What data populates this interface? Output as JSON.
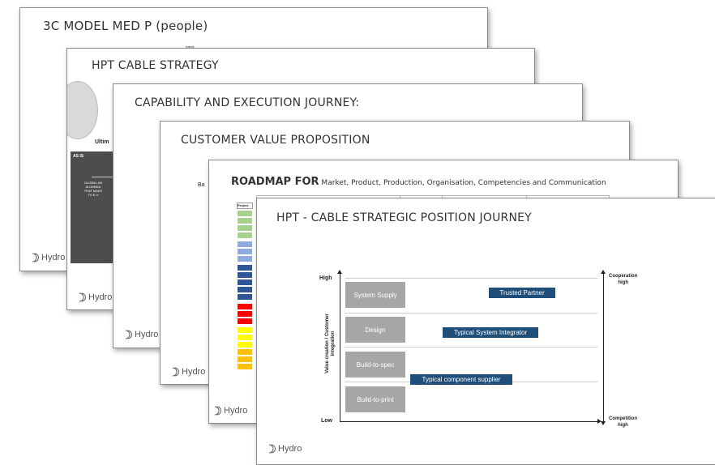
{
  "slides": {
    "s1": {
      "title": "3C MODEL MED P (people)",
      "tiny1": "Værdi",
      "tiny2": "(Forventings potentiale)",
      "logo": "Hydro"
    },
    "s2": {
      "title": "HPT CABLE STRATEGY",
      "ultim": "Ultim",
      "asis_label": "AS IS",
      "asis_text": "GLOBAL AN\nALUMINIU\nTHAT MAKE\nTO E-V",
      "logo": "Hydro"
    },
    "s3": {
      "title": "CAPABILITY AND EXECUTION JOURNEY:",
      "logo": "Hydro"
    },
    "s4": {
      "title": "CUSTOMER VALUE PROPOSITION",
      "side": "Ba",
      "logo": "Hydro"
    },
    "s5": {
      "title_bold": "ROADMAP FOR",
      "title_rest": " Market, Product, Production, Organisation, Competencies and Communication",
      "project_header": "Project",
      "logo": "Hydro"
    },
    "s6": {
      "title": "HPT - CABLE STRATEGIC POSITION JOURNEY",
      "logo": "Hydro",
      "y_top": "High",
      "y_bottom": "Low",
      "y_axis_label": "Value creation / Customer integration",
      "right_top": "Cooperation\nhigh",
      "right_bottom": "Competition\nhigh",
      "levels": [
        "System Supply",
        "Design",
        "Build-to-spec",
        "Build-to-print"
      ],
      "positions": [
        "Trusted Partner",
        "Typical System Integrator",
        "Typical component supplier"
      ]
    }
  },
  "colors": {
    "grey_box": "#a6a6a6",
    "navy_box": "#1f4e79",
    "roadmap_rows": [
      "#a9d18e",
      "#a9d18e",
      "#a9d18e",
      "#a9d18e",
      "#8faadc",
      "#8faadc",
      "#8faadc",
      "#2f5597",
      "#2f5597",
      "#2f5597",
      "#2f5597",
      "#2f5597",
      "#ff0000",
      "#ff0000",
      "#ff0000",
      "#ffff00",
      "#ffff00",
      "#ffff00",
      "#ffc000",
      "#ffc000",
      "#ffc000"
    ]
  }
}
